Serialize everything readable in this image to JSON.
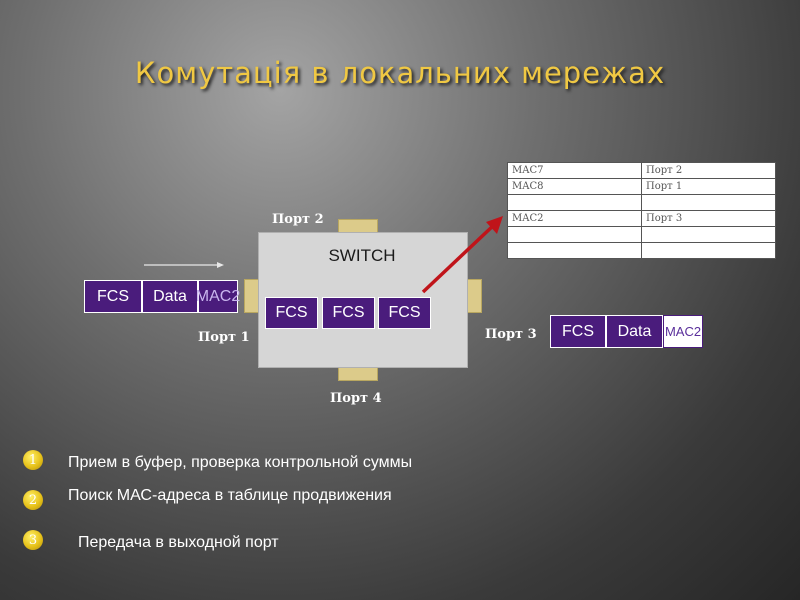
{
  "title": "Комутація в локальних мережах",
  "switch": {
    "label": "SWITCH",
    "buffer_cells": [
      "FCS",
      "FCS",
      "FCS"
    ]
  },
  "ports": {
    "port1": "Порт 1",
    "port2": "Порт 2",
    "port3": "Порт 3",
    "port4": "Порт 4"
  },
  "incoming_frame": {
    "fcs": "FCS",
    "data": "Data",
    "mac": "MAC2"
  },
  "outgoing_frame": {
    "fcs": "FCS",
    "data": "Data",
    "mac": "MAC2"
  },
  "forwarding_table": {
    "rows": [
      [
        "MAC7",
        "Порт 2"
      ],
      [
        "MAC8",
        "Порт 1"
      ],
      [
        "",
        ""
      ],
      [
        "MAC2",
        "Порт 3"
      ],
      [
        "",
        ""
      ],
      [
        "",
        ""
      ]
    ]
  },
  "steps": [
    {
      "number": "1",
      "text": "Прием в буфер, проверка контрольной суммы"
    },
    {
      "number": "2",
      "text": "Поиск МАС-адреса в таблице продвижения"
    },
    {
      "number": "3",
      "text": "Передача в выходной порт"
    }
  ],
  "colors": {
    "title": "#f0c843",
    "frame_fill": "#4a1c7c",
    "port_tab": "#dccb8a",
    "switch_body": "#d6d6d6",
    "arrow": "#c0141a",
    "step_circle": "#e7c21a"
  }
}
